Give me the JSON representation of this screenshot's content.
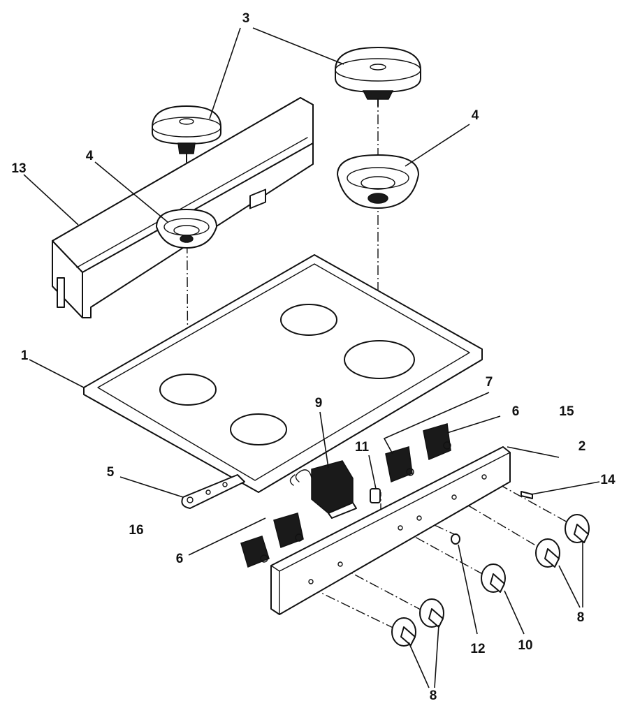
{
  "callouts": {
    "c1": "1",
    "c2": "2",
    "c3": "3",
    "c4a": "4",
    "c4b": "4",
    "c5": "5",
    "c6a": "6",
    "c6b": "6",
    "c7": "7",
    "c8a": "8",
    "c8b": "8",
    "c9": "9",
    "c10": "10",
    "c11": "11",
    "c12": "12",
    "c13": "13",
    "c14": "14",
    "c15": "15",
    "c16": "16"
  }
}
